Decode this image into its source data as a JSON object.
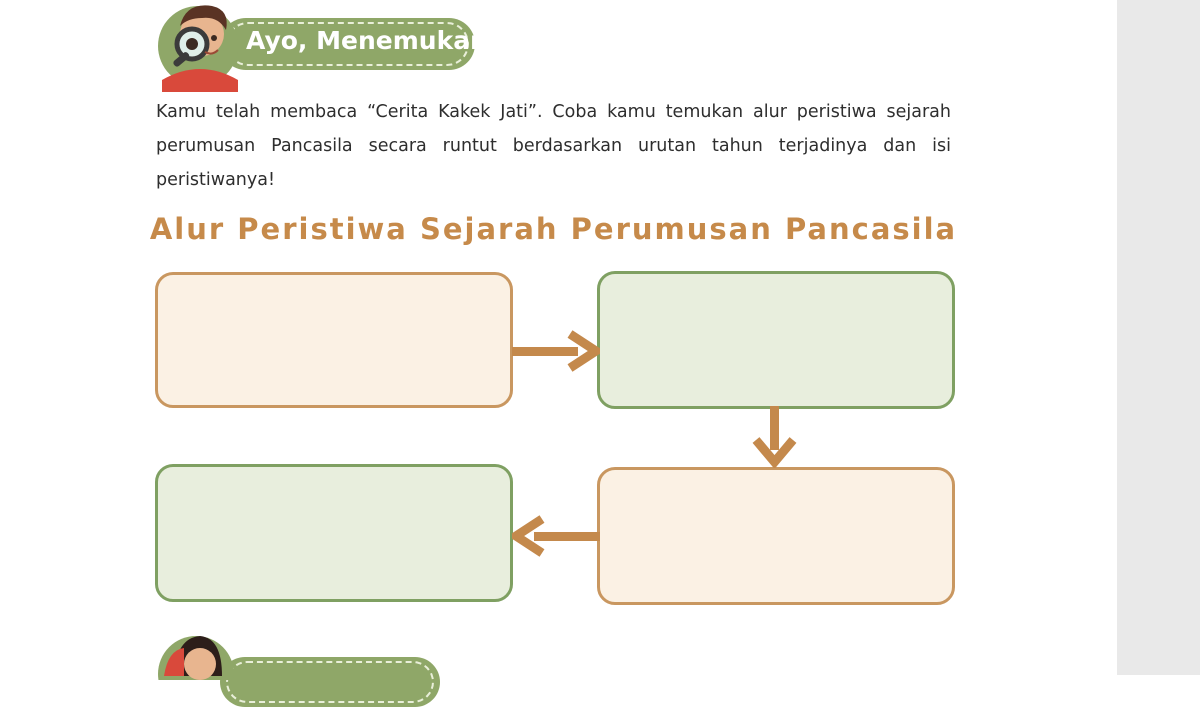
{
  "section": {
    "title": "Ayo, Menemukan"
  },
  "instructions": "Kamu telah membaca “Cerita Kakek Jati”. Coba kamu temukan alur peristiwa sejarah perumusan Pancasila secara runtut berdasarkan urutan tahun terjadinya dan isi peristiwanya!",
  "diagram": {
    "title": "Alur Peristiwa Sejarah Perumusan Pancasila",
    "boxes": [
      {
        "text": "",
        "color": "#fbf1e4"
      },
      {
        "text": "",
        "color": "#e8eedd"
      },
      {
        "text": "",
        "color": "#fbf1e4"
      },
      {
        "text": "",
        "color": "#e8eedd"
      }
    ]
  },
  "colors": {
    "accent_green": "#8fa768",
    "accent_brown": "#c68a4a",
    "panel_gray": "#e9e9e9"
  },
  "icons": {
    "mascot_top": "child-with-magnifier-icon",
    "mascot_bottom": "girl-with-headscarf-icon"
  }
}
